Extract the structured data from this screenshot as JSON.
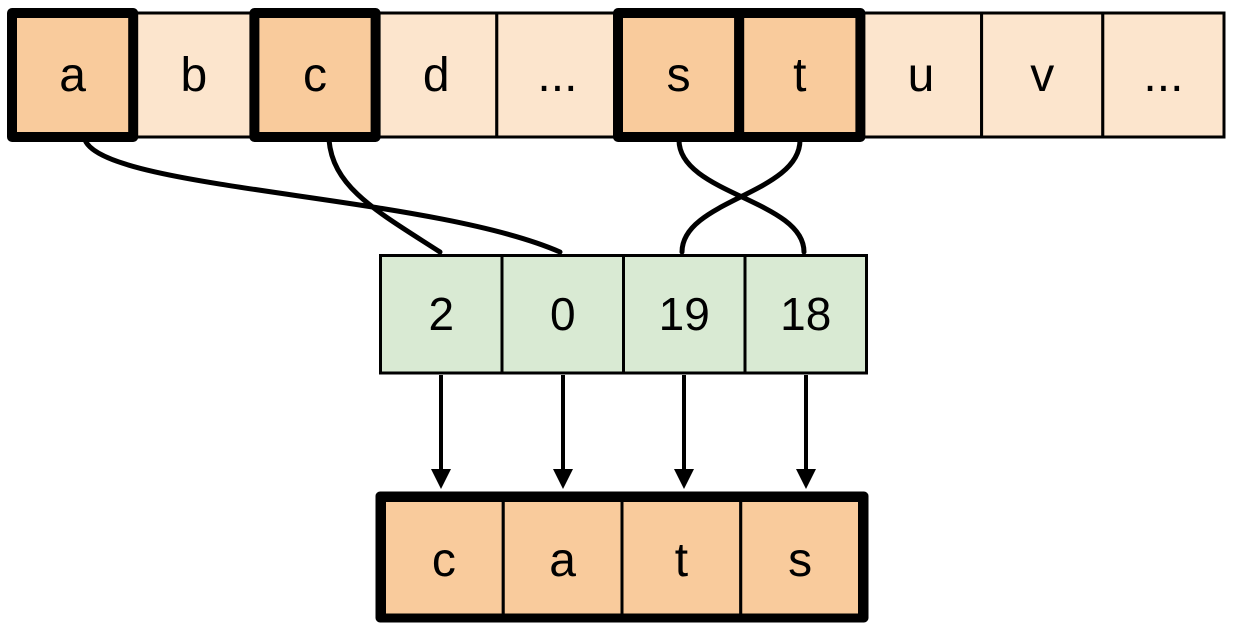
{
  "alphabet_row": {
    "cells": [
      {
        "label": "a",
        "highlighted": true
      },
      {
        "label": "b",
        "highlighted": false
      },
      {
        "label": "c",
        "highlighted": true
      },
      {
        "label": "d",
        "highlighted": false
      },
      {
        "label": "...",
        "highlighted": false
      },
      {
        "label": "s",
        "highlighted": true
      },
      {
        "label": "t",
        "highlighted": true
      },
      {
        "label": "u",
        "highlighted": false
      },
      {
        "label": "v",
        "highlighted": false
      },
      {
        "label": "...",
        "highlighted": false
      }
    ]
  },
  "index_row": {
    "cells": [
      {
        "value": "2"
      },
      {
        "value": "0"
      },
      {
        "value": "19"
      },
      {
        "value": "18"
      }
    ]
  },
  "output_row": {
    "cells": [
      {
        "label": "c"
      },
      {
        "label": "a"
      },
      {
        "label": "t"
      },
      {
        "label": "s"
      }
    ]
  },
  "mappings": [
    {
      "from_letter": "c",
      "to_index": "2"
    },
    {
      "from_letter": "a",
      "to_index": "0"
    },
    {
      "from_letter": "t",
      "to_index": "19"
    },
    {
      "from_letter": "s",
      "to_index": "18"
    }
  ],
  "colors": {
    "highlight_fill": "#f9cb9c",
    "plain_fill": "#fce5cd",
    "index_fill": "#d9ead3",
    "line": "#000000"
  }
}
